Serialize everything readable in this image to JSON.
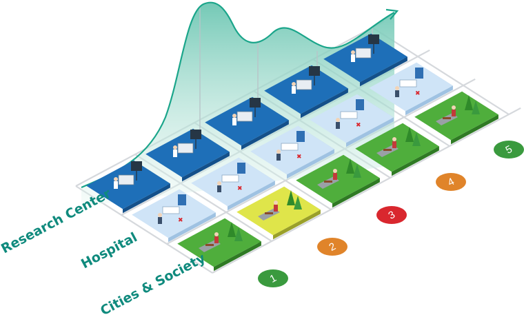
{
  "rows": [
    {
      "label": "Research Center"
    },
    {
      "label": "Hospital"
    },
    {
      "label": "Cities & Society"
    }
  ],
  "stages": [
    {
      "label": "1",
      "color": "#3a9a3e"
    },
    {
      "label": "2",
      "color": "#e0842a"
    },
    {
      "label": "3",
      "color": "#d9272e"
    },
    {
      "label": "4",
      "color": "#e0842a"
    },
    {
      "label": "5",
      "color": "#3a9a3e"
    }
  ],
  "colors": {
    "research_tile": "#1e6fb8",
    "hospital_tile": "#cfe4f7",
    "city_tile_green": "#4fae3c",
    "city_tile_yellow": "#dfe54a",
    "curve_stroke": "#1aa58a",
    "curve_fill": "#7fcdbb",
    "grid": "#d5d8dc"
  },
  "tiles": [
    {
      "row": 0,
      "col": 0,
      "kind": "research"
    },
    {
      "row": 0,
      "col": 1,
      "kind": "research"
    },
    {
      "row": 0,
      "col": 2,
      "kind": "research"
    },
    {
      "row": 0,
      "col": 3,
      "kind": "research"
    },
    {
      "row": 0,
      "col": 4,
      "kind": "research"
    },
    {
      "row": 1,
      "col": 0,
      "kind": "hospital"
    },
    {
      "row": 1,
      "col": 1,
      "kind": "hospital"
    },
    {
      "row": 1,
      "col": 2,
      "kind": "hospital"
    },
    {
      "row": 1,
      "col": 3,
      "kind": "hospital"
    },
    {
      "row": 1,
      "col": 4,
      "kind": "hospital"
    },
    {
      "row": 2,
      "col": 0,
      "kind": "city-green"
    },
    {
      "row": 2,
      "col": 1,
      "kind": "city-yellow"
    },
    {
      "row": 2,
      "col": 2,
      "kind": "city-green"
    },
    {
      "row": 2,
      "col": 3,
      "kind": "city-green"
    },
    {
      "row": 2,
      "col": 4,
      "kind": "city-green"
    }
  ]
}
